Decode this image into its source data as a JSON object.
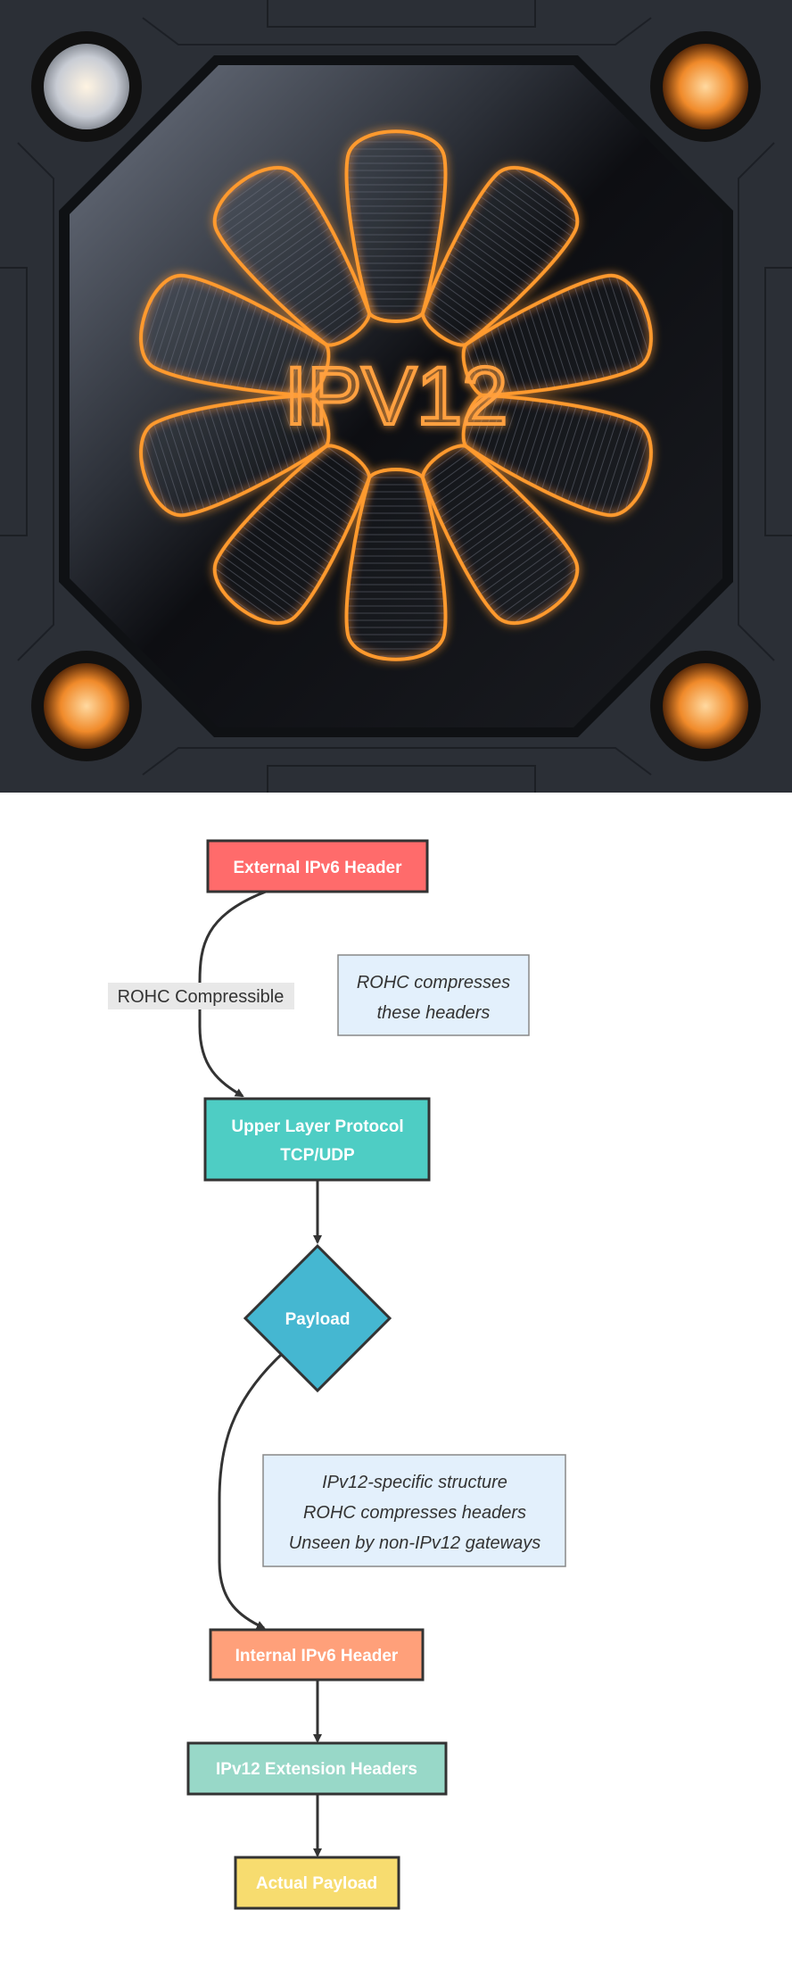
{
  "hero": {
    "logo_text": "IPV12",
    "colors": {
      "glow": "#ff9a2e",
      "frame": "#2b2f36",
      "glass": "#14161b"
    }
  },
  "diagram": {
    "nodes": {
      "external": {
        "label": "External IPv6 Header",
        "color": "#ff6b6b"
      },
      "upper": {
        "line1": "Upper Layer Protocol",
        "line2": "TCP/UDP",
        "color": "#4ecdc4"
      },
      "payload": {
        "label": "Payload",
        "color": "#45b7d1"
      },
      "internal": {
        "label": "Internal IPv6 Header",
        "color": "#ffa07a"
      },
      "extension": {
        "label": "IPv12 Extension Headers",
        "color": "#98d8c8"
      },
      "actual": {
        "label": "Actual Payload",
        "color": "#f7dc6f"
      }
    },
    "edge_label": "ROHC Compressible",
    "notes": {
      "note1": [
        "ROHC compresses",
        "these headers"
      ],
      "note2": [
        "IPv12-specific structure",
        "ROHC compresses headers",
        "Unseen by non-IPv12 gateways"
      ]
    }
  }
}
